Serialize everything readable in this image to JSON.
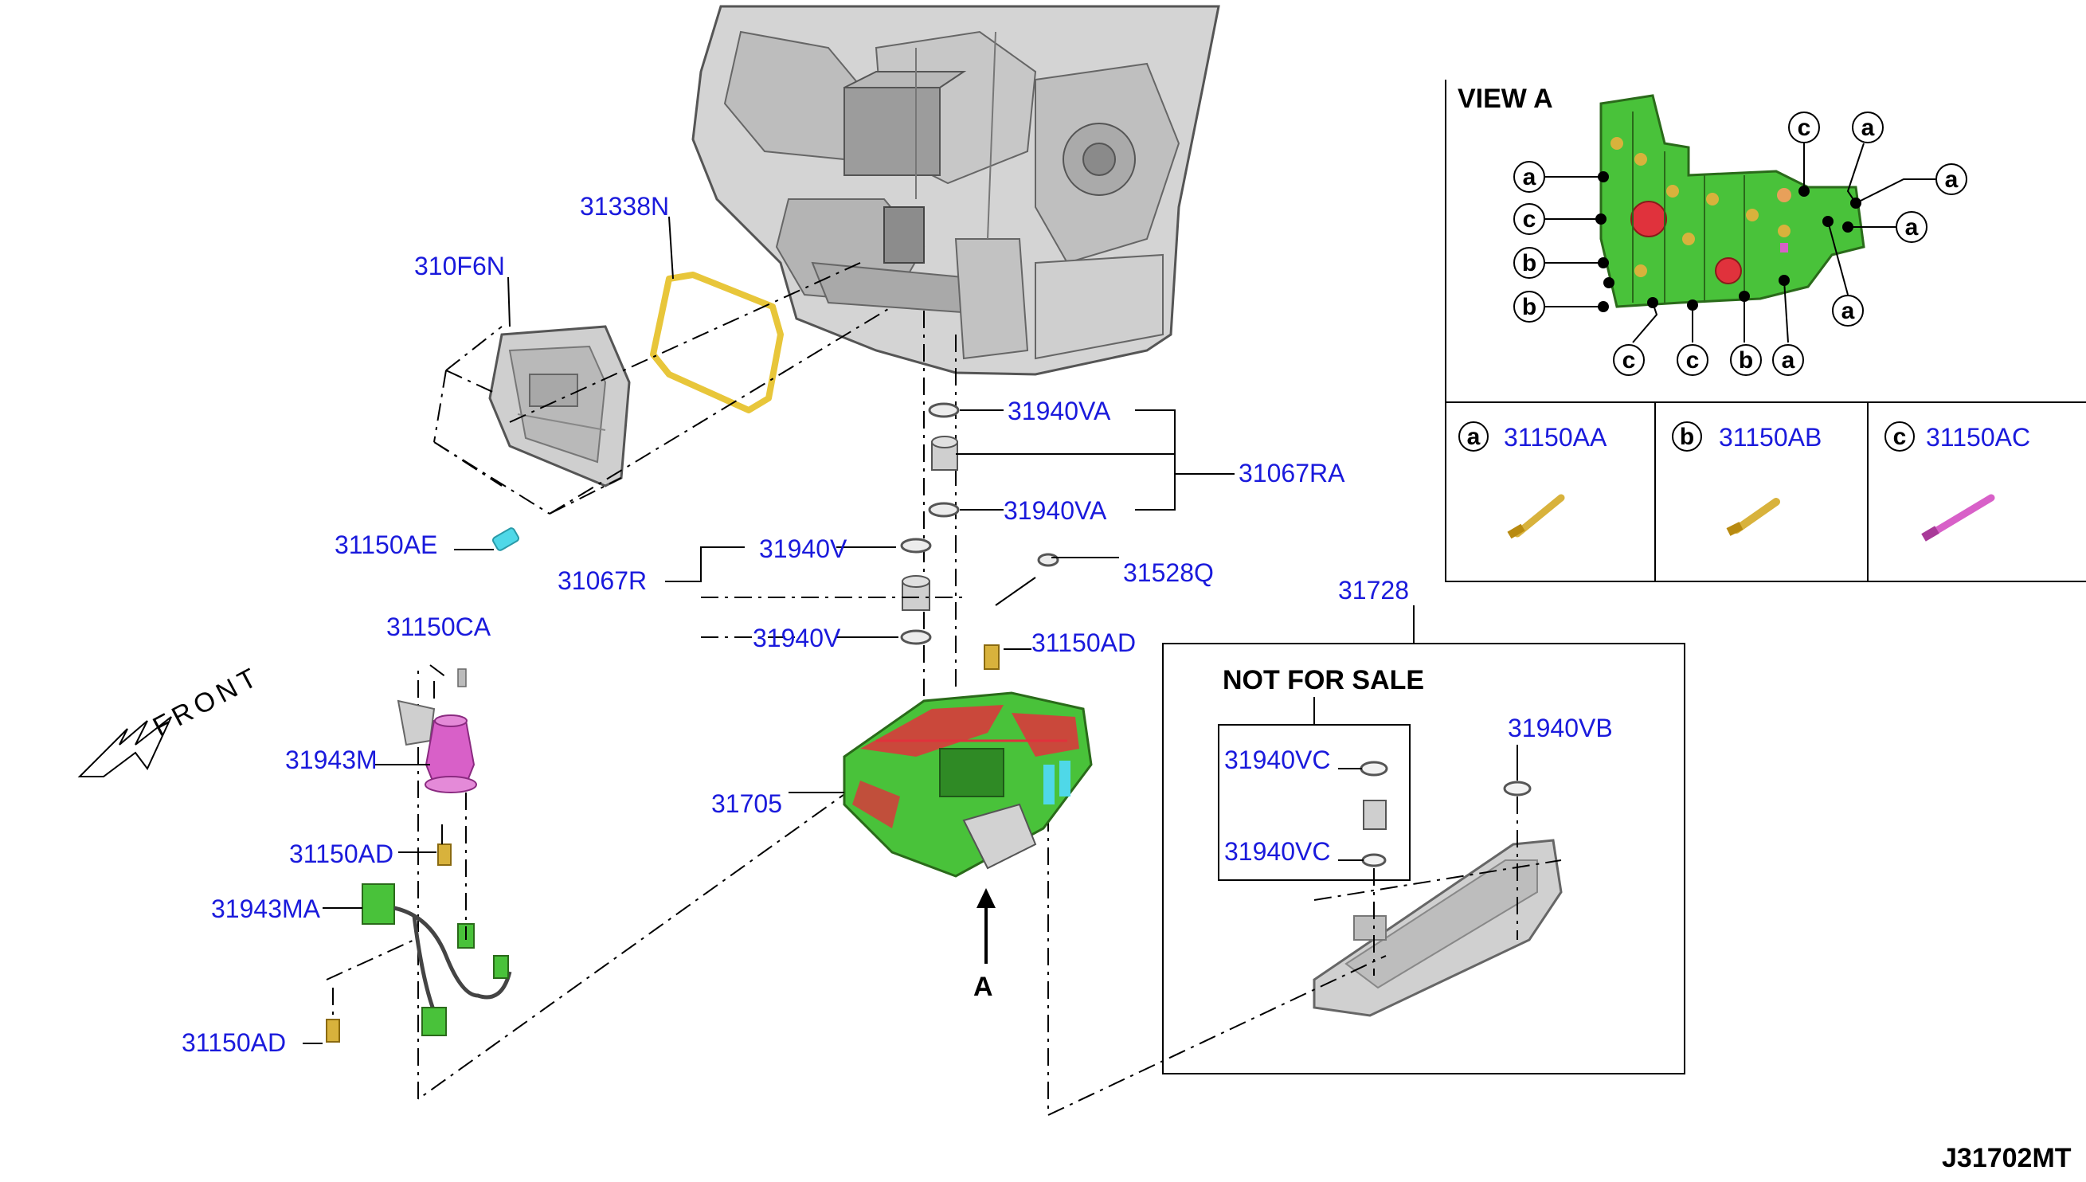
{
  "colors": {
    "label": "#1a1adc",
    "valve_green": "#49c23a",
    "valve_red": "#e0323c",
    "gasket_yellow": "#e8c63a",
    "solenoid_pink": "#d860c8",
    "bolt_gold": "#d8b23c",
    "metal_gray": "#c9c9c9",
    "cyan_bolt": "#4fd8e8"
  },
  "labels": {
    "p31338N": "31338N",
    "p310F6N": "310F6N",
    "p31150AE": "31150AE",
    "p31940VA_top": "31940VA",
    "p31067RA": "31067RA",
    "p31940VA_bottom": "31940VA",
    "p31940V_top": "31940V",
    "p31067R": "31067R",
    "p31528Q": "31528Q",
    "p31940V_bottom": "31940V",
    "p31150AD_mid": "31150AD",
    "p31150CA": "31150CA",
    "p31943M": "31943M",
    "p31150AD_left1": "31150AD",
    "p31943MA": "31943MA",
    "p31150AD_left2": "31150AD",
    "p31705": "31705",
    "p31728": "31728",
    "p31940VB": "31940VB",
    "p31940VC_top": "31940VC",
    "p31940VC_bottom": "31940VC",
    "arrow_A": "A",
    "front": "FRONT",
    "diagram_id": "J31702MT"
  },
  "view_a": {
    "title": "VIEW A",
    "callouts": [
      "a",
      "c",
      "b",
      "b",
      "c",
      "a",
      "a",
      "a",
      "a",
      "c",
      "c",
      "b",
      "a"
    ]
  },
  "legend": [
    {
      "key": "a",
      "part": "31150AA"
    },
    {
      "key": "b",
      "part": "31150AB"
    },
    {
      "key": "c",
      "part": "31150AC"
    }
  ],
  "not_for_sale": "NOT FOR SALE"
}
